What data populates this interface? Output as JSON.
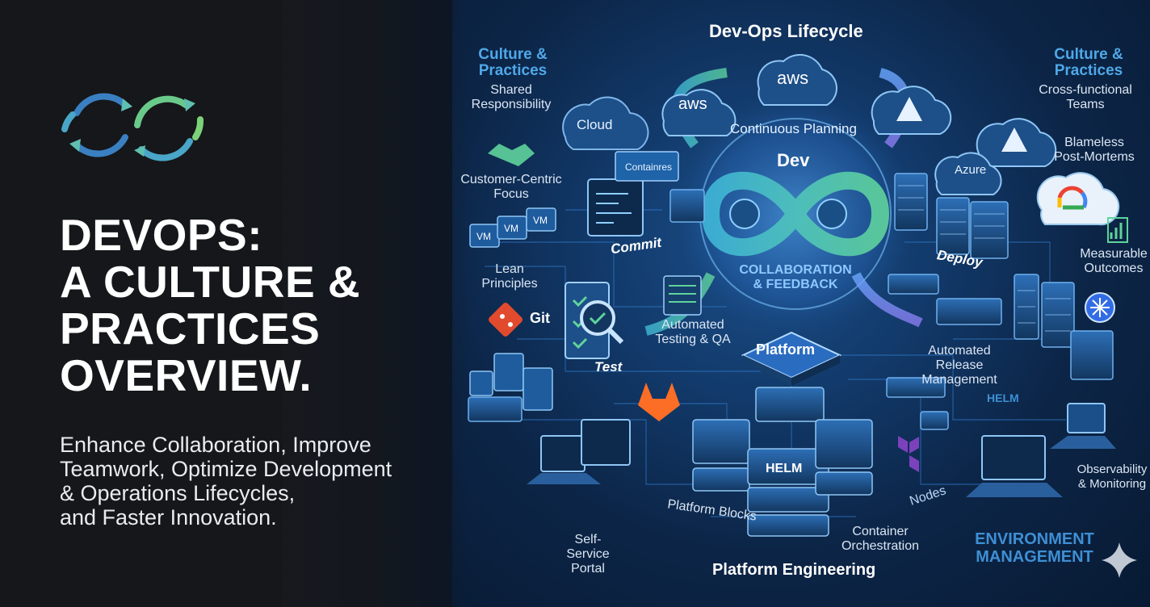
{
  "headline": {
    "lines": [
      "DEVOPS:",
      "A CULTURE &",
      "PRACTICES",
      "OVERVIEW."
    ]
  },
  "subtitle": {
    "lines": [
      "Enhance Collaboration, Improve",
      "Teamwork, Optimize Development",
      "& Operations Lifecycles,",
      "and Faster Innovation."
    ]
  },
  "diagram": {
    "title": "Dev-Ops Lifecycle",
    "culture_left": {
      "heading": "Culture & Practices",
      "items": [
        "Shared Responsibility",
        "Customer-Centric Focus",
        "Lean Principles"
      ]
    },
    "culture_right": {
      "heading": "Culture & Practices",
      "items": [
        "Cross-functional Teams",
        "Blameless Post-Mortems",
        "Measurable Outcomes"
      ]
    },
    "labels": {
      "cloud": "Cloud",
      "aws": "aws",
      "azure": "Azure",
      "containers": "Containres",
      "continuous_planning": "Continuous Planning",
      "dev": "Dev",
      "collaboration": "COLLABORATION & FEEDBACK",
      "commit": "Commit",
      "deploy": "Deploy",
      "git": "Git",
      "test": "Test",
      "automated_testing": "Automated Testing & QA",
      "platform": "Platform",
      "automated_release": "Automated Release Management",
      "helm": "HELM",
      "vm": "VM",
      "self_service": "Self-Service Portal",
      "platform_blocks": "Platform Blocks",
      "container_orchestration": "Container Orchestration",
      "nodes": "Nodes",
      "platform_engineering": "Platform Engineering",
      "observability": "Observability & Monitoring",
      "environment": "ENVIRONMENT MANAGEMENT"
    }
  },
  "colors": {
    "accent_blue": "#4fa8e8",
    "accent_green": "#5fcf9a",
    "background_dark": "#15171a",
    "background_blue": "#0c2547"
  }
}
